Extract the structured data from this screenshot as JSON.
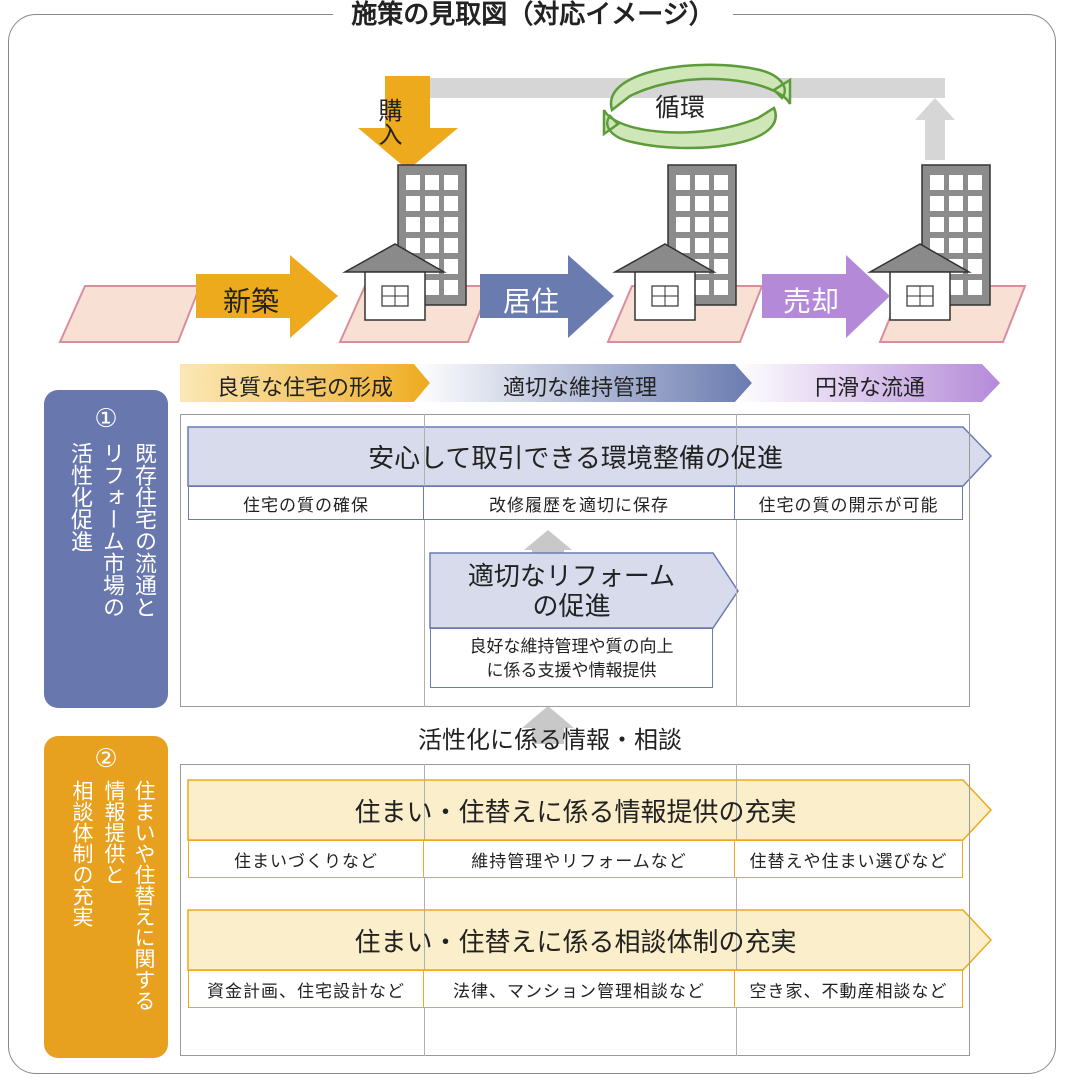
{
  "title": "施策の見取図（対応イメージ）",
  "top": {
    "purchase": "購入",
    "cycle": "循環",
    "stage_new": "新築",
    "stage_live": "居住",
    "stage_sell": "売却"
  },
  "phases": [
    "良質な住宅の形成",
    "適切な維持管理",
    "円滑な流通"
  ],
  "section1": {
    "number": "①",
    "label_line1": "既存住宅の流通と",
    "label_line2": "リフォーム市場の",
    "label_line3": "活性化促進",
    "banner": "安心して取引できる環境整備の促進",
    "items": [
      "住宅の質の確保",
      "改修履歴を適切に保存",
      "住宅の質の開示が可能"
    ],
    "reform_title_line1": "適切なリフォーム",
    "reform_title_line2": "の促進",
    "reform_desc_line1": "良好な維持管理や質の向上",
    "reform_desc_line2": "に係る支援や情報提供"
  },
  "middle_label": "活性化に係る情報・相談",
  "section2": {
    "number": "②",
    "label_line1": "住まいや住替えに関する",
    "label_line2": "情報提供と",
    "label_line3": "相談体制の充実",
    "banner1": "住まい・住替えに係る情報提供の充実",
    "items1": [
      "住まいづくりなど",
      "維持管理やリフォームなど",
      "住替えや住まい選びなど"
    ],
    "banner2": "住まい・住替えに係る相談体制の充実",
    "items2": [
      "資金計画、住宅設計など",
      "法律、マンション管理相談など",
      "空き家、不動産相談など"
    ]
  },
  "colors": {
    "orange": "#ecaa1c",
    "slate": "#6a7bb0",
    "purple": "#b48ad8",
    "cream": "#fbeecb",
    "lavender": "#d7dbec",
    "green": "#5e9b3a",
    "side1": "#6877ae",
    "side2": "#e8a01f"
  }
}
